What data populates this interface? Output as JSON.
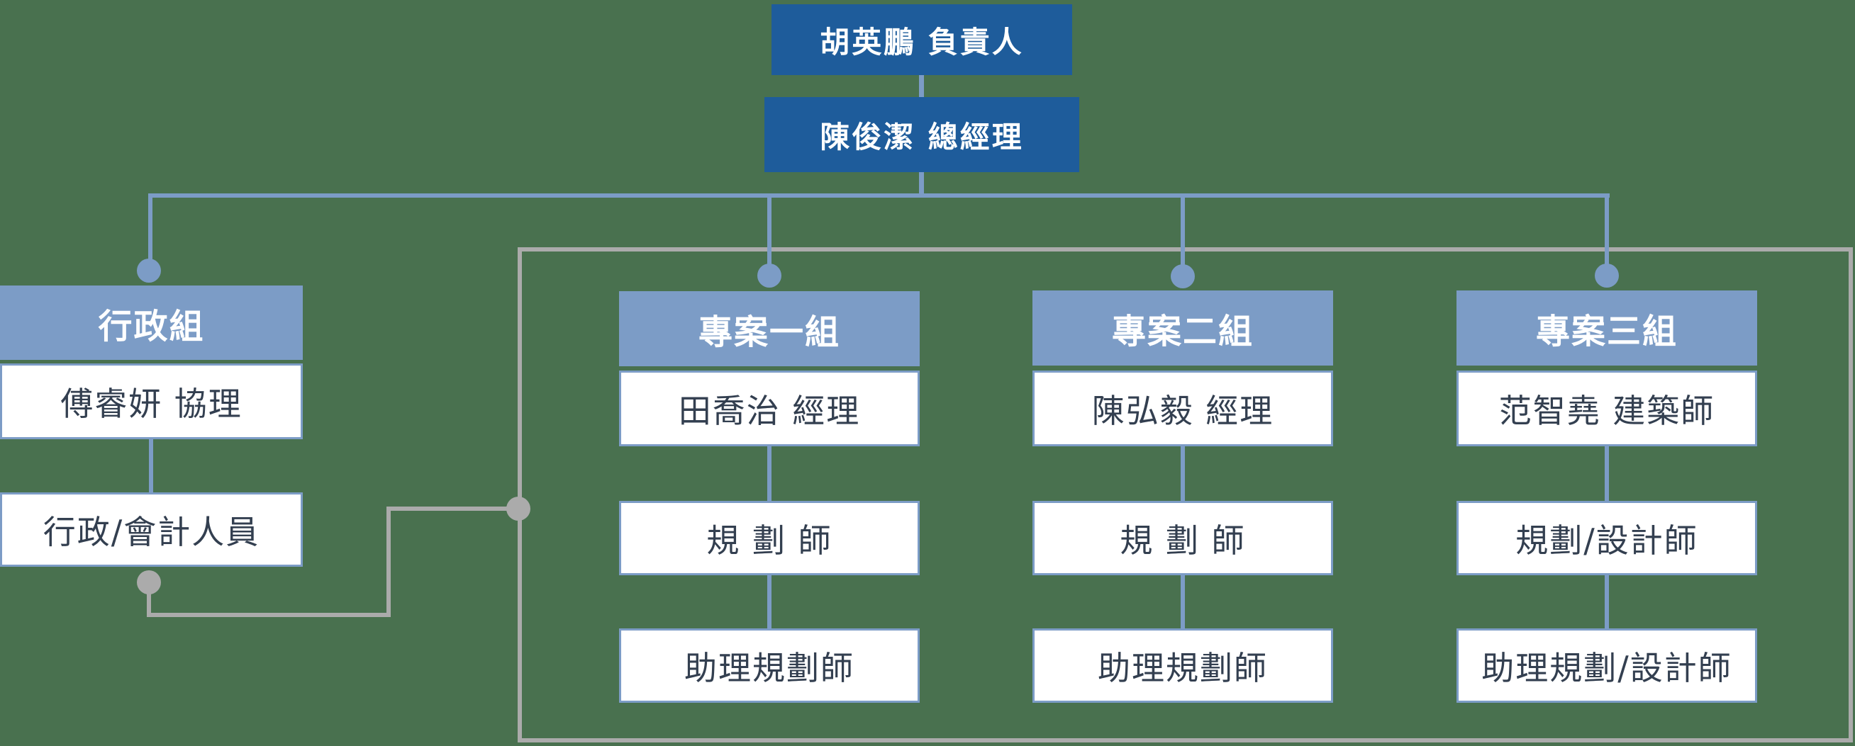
{
  "org_chart": {
    "top": [
      {
        "label": "胡英鵬 負責人"
      },
      {
        "label": "陳俊潔 總經理"
      }
    ],
    "groups": [
      {
        "header": "行政組",
        "members": [
          "傅睿妍 協理",
          "行政/會計人員"
        ]
      },
      {
        "header": "專案一組",
        "members": [
          "田喬治 經理",
          "規 劃 師",
          "助理規劃師"
        ]
      },
      {
        "header": "專案二組",
        "members": [
          "陳弘毅 經理",
          "規 劃 師",
          "助理規劃師"
        ]
      },
      {
        "header": "專案三組",
        "members": [
          "范智堯 建築師",
          "規劃/設計師",
          "助理規劃/設計師"
        ]
      }
    ]
  },
  "colors": {
    "background": "#49714F",
    "executive_box": "#1E5C9B",
    "group_header": "#7C9CC6",
    "connector_blue": "#7C9CC6",
    "connector_gray": "#ABABAB",
    "member_border": "#7C9CC6",
    "member_text": "#333F50",
    "executive_text": "#FFFFFF"
  }
}
